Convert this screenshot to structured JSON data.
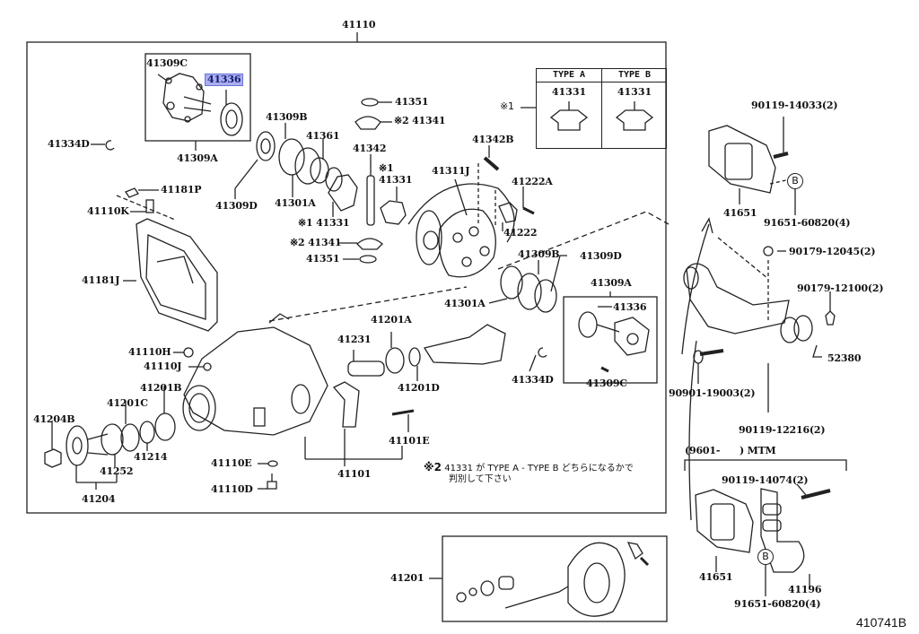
{
  "diagram": {
    "reference_code": "410741B",
    "main_assembly": "41110",
    "highlighted_part": "41336",
    "highlight_color": "#a9aef0",
    "labels": {
      "l41110": "41110",
      "l41309C_top": "41309C",
      "l41336_top": "41336",
      "l41309A_top": "41309A",
      "l41334D_left": "41334D",
      "l41309B_left": "41309B",
      "l41309D_left": "41309D",
      "l41301A_left": "41301A",
      "l41361": "41361",
      "l41351_top": "41351",
      "l41341_top": "※2 41341",
      "l41342": "41342",
      "l41331_mid": "※1\n41331",
      "l41331_low": "※1 41331",
      "l41341_low": "※2 41341",
      "l41351_low": "41351",
      "l41342B": "41342B",
      "l41311J": "41311J",
      "l41222A": "41222A",
      "l41222": "41222",
      "l41309B_right": "41309B",
      "l41309D_right": "41309D",
      "l41301A_right": "41301A",
      "l41309A_right": "41309A",
      "l41336_right": "41336",
      "l41309C_right": "41309C",
      "l41334D_right": "41334D",
      "l41181P": "41181P",
      "l41110K": "41110K",
      "l41181J": "41181J",
      "l41110H": "41110H",
      "l41110J": "41110J",
      "l41201B": "41201B",
      "l41201C": "41201C",
      "l41204B": "41204B",
      "l41214": "41214",
      "l41252": "41252",
      "l41204": "41204",
      "l41110E": "41110E",
      "l41110D": "41110D",
      "l41101": "41101",
      "l41201A": "41201A",
      "l41231": "41231",
      "l41201D": "41201D",
      "l41101E": "41101E",
      "l41201": "41201",
      "r90119_14033": "90119-14033(2)",
      "r41651_top": "41651",
      "r91651_60820_top": "91651-60820(4)",
      "r90179_12045": "90179-12045(2)",
      "r90179_12100": "90179-12100(2)",
      "r52380": "52380",
      "r90901_19003": "90901-19003(2)",
      "r90119_12216": "90119-12216(2)",
      "r9601_mtm": "(9601-      ) MTM",
      "r90119_14074": "90119-14074(2)",
      "r41651_low": "41651",
      "r41196": "41196",
      "r91651_60820_low": "91651-60820(4)",
      "circle_b": "B"
    },
    "type_table": {
      "marker": "※1",
      "columns": [
        {
          "header": "TYPE  A",
          "part": "41331"
        },
        {
          "header": "TYPE  B",
          "part": "41331"
        }
      ]
    },
    "note": {
      "marker": "※2",
      "line1": "41331 が TYPE A - TYPE B どちらになるかで",
      "line2": "判別して下さい"
    }
  }
}
